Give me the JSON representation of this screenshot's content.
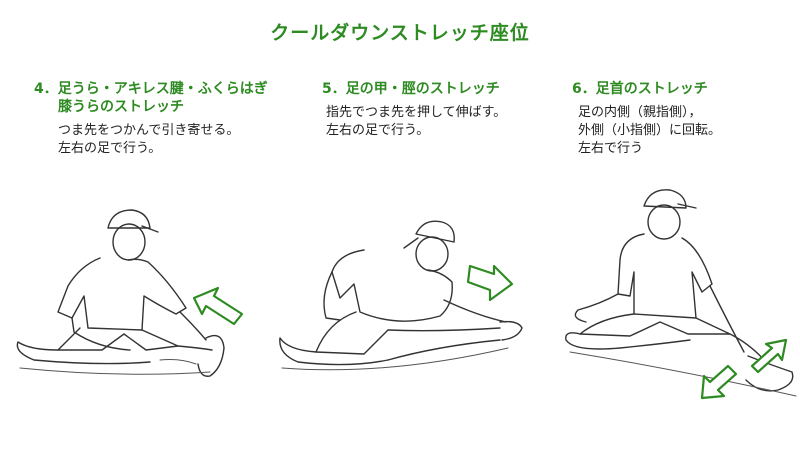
{
  "title": "クールダウンストレッチ座位",
  "colors": {
    "accent": "#2e8b22"
  },
  "sections": [
    {
      "heading_line1": "4．足うら・アキレス腱・ふくらはぎ",
      "heading_line2": "膝うらのストレッチ",
      "body_line1": "つま先をつかんで引き寄せる。",
      "body_line2": "左右の足で行う。",
      "arrows": [
        "arrow-up-left"
      ]
    },
    {
      "heading_line1": "5．足の甲・脛のストレッチ",
      "body_line1": "指先でつま先を押して伸ばす。",
      "body_line2": "左右の足で行う。",
      "arrows": [
        "arrow-right"
      ]
    },
    {
      "heading_line1": "6．足首のストレッチ",
      "body_line1": "足の内側（親指側），",
      "body_line2": "外側（小指側）に回転。",
      "body_line3": "左右で行う",
      "arrows": [
        "arrow-up-right",
        "arrow-down-left"
      ]
    }
  ]
}
